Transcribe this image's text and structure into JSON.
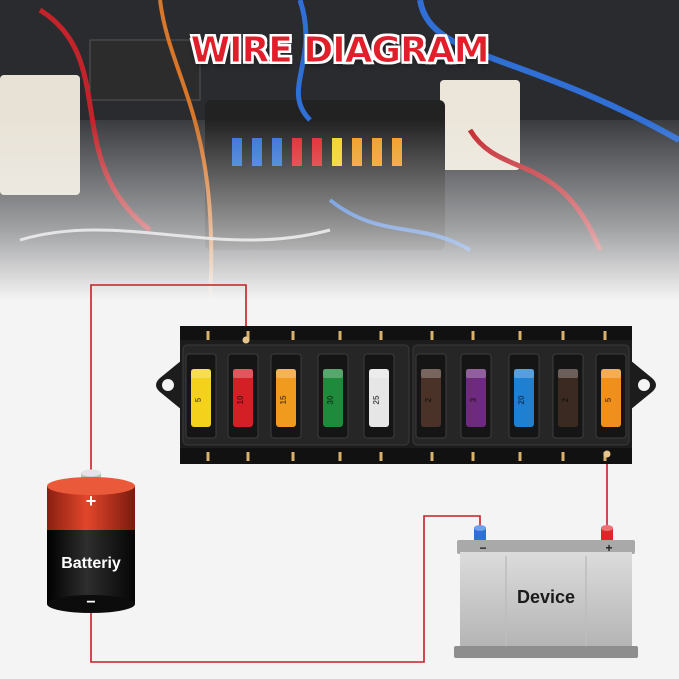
{
  "title": "WIRE DIAGRAM",
  "battery": {
    "label": "Batteriy",
    "positive": "+",
    "negative": "−"
  },
  "device": {
    "label": "Device",
    "negative": "−",
    "positive": "+"
  },
  "fuse_ratings": [
    "5",
    "10",
    "15",
    "30",
    "25",
    "2",
    "3",
    "20",
    "2",
    "5"
  ],
  "colors": {
    "title_red": "#e11f2a",
    "wire": "#c81e24",
    "fuse_block": "#1c1c1c",
    "battery_top": "#d43a22",
    "battery_body": "#1a1a1a",
    "device_body": "#c9c9c9",
    "terminal_negative": "#2f6fd6",
    "terminal_positive": "#e0242a"
  },
  "fuse_colors": [
    "#f4d21b",
    "#d51f26",
    "#f09a1e",
    "#1e8a3b",
    "#e6e6e6",
    "#4a3228",
    "#6e2a7e",
    "#1f7fd0",
    "#3b2a22",
    "#f0901c"
  ]
}
